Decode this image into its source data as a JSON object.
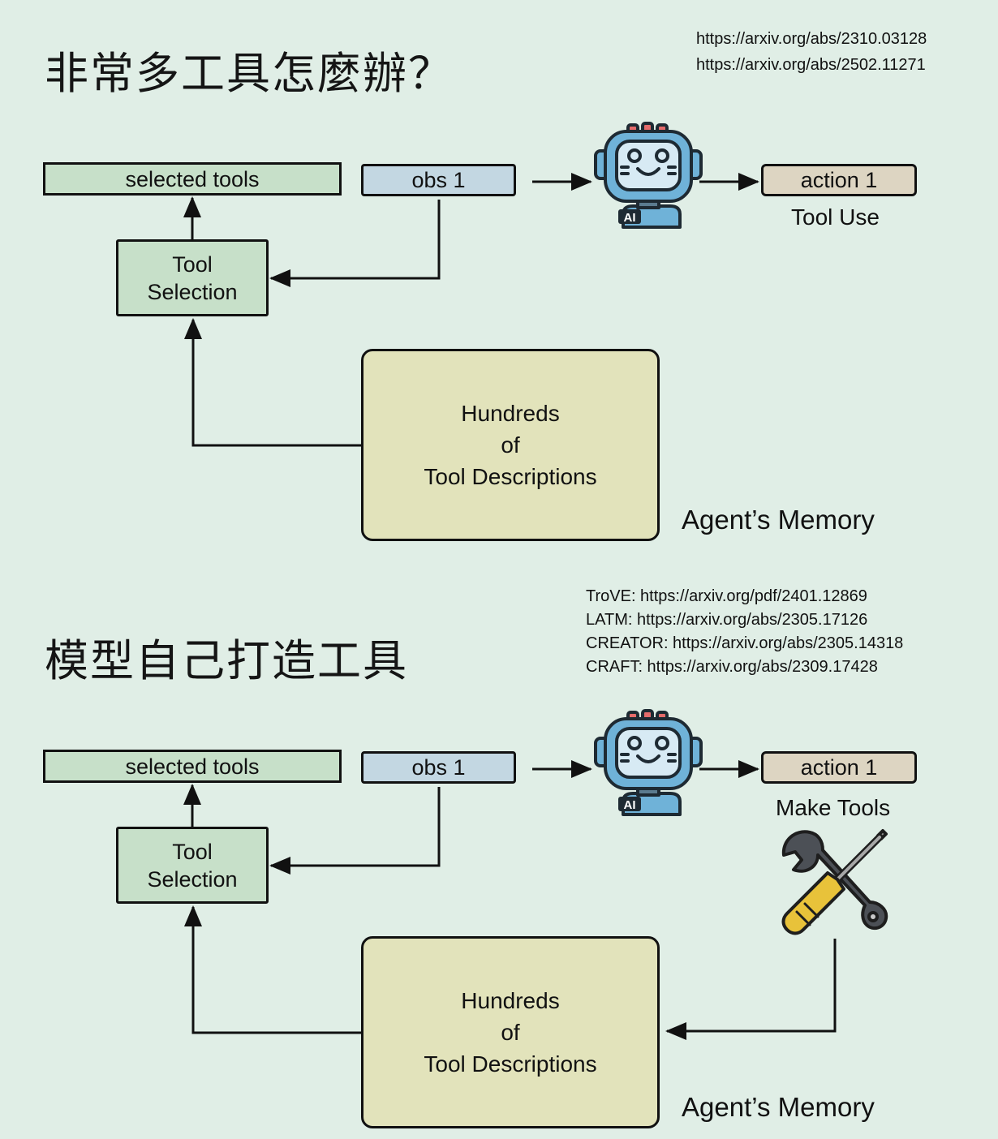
{
  "section1": {
    "title": "非常多工具怎麼辦？",
    "refs": [
      "https://arxiv.org/abs/2310.03128",
      "https://arxiv.org/abs/2502.11271"
    ],
    "selected_tools": "selected tools",
    "obs": "obs 1",
    "action": "action 1",
    "action_caption": "Tool Use",
    "tool_selection": "Tool\nSelection",
    "memory_box": "Hundreds\nof\nTool Descriptions",
    "memory_label": "Agent’s Memory",
    "robot_badge": "AI"
  },
  "section2": {
    "title": "模型自己打造工具",
    "refs": [
      "TroVE: https://arxiv.org/pdf/2401.12869",
      "LATM: https://arxiv.org/abs/2305.17126",
      "CREATOR: https://arxiv.org/abs/2305.14318",
      "CRAFT: https://arxiv.org/abs/2309.17428"
    ],
    "selected_tools": "selected tools",
    "obs": "obs 1",
    "action": "action 1",
    "action_caption": "Make Tools",
    "tool_selection": "Tool\nSelection",
    "memory_box": "Hundreds\nof\nTool Descriptions",
    "memory_label": "Agent’s Memory",
    "robot_badge": "AI"
  },
  "colors": {
    "background": "#e0eee6",
    "green_box": "#c7e0c9",
    "blue_box": "#c3d7e2",
    "beige_box": "#ddd5c2",
    "yellow_box": "#e2e3bb",
    "robot_blue": "#6fb2d8",
    "robot_red": "#e56b6b"
  },
  "icons": [
    "robot-icon",
    "wrench-screwdriver-icon"
  ]
}
